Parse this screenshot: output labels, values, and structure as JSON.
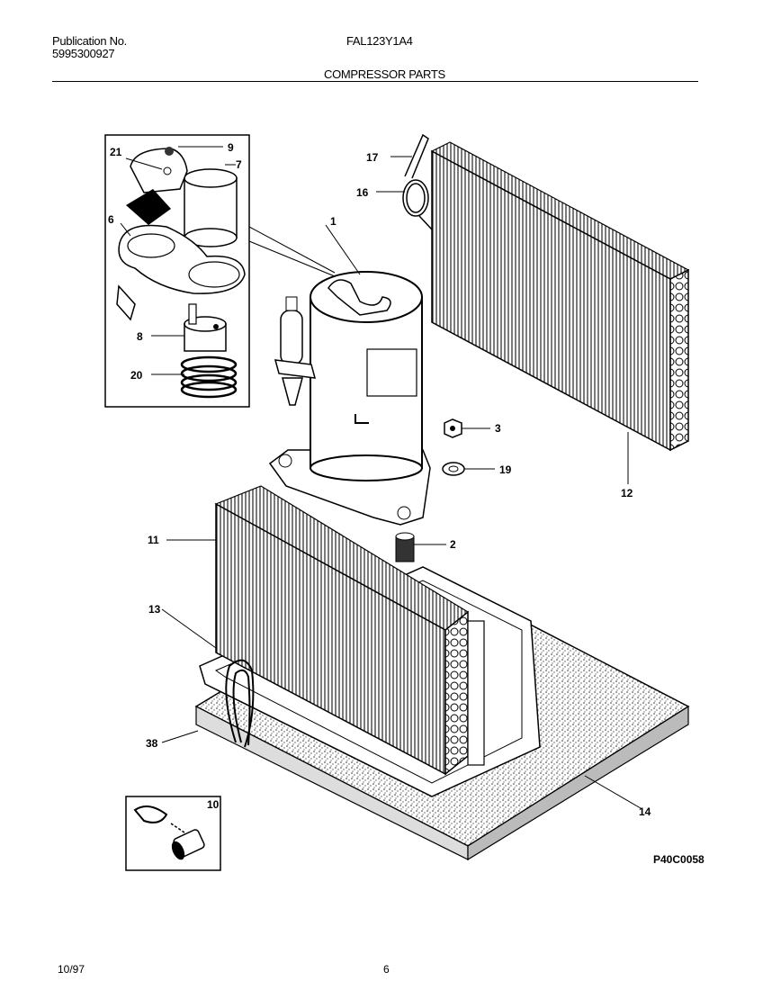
{
  "header": {
    "publication_label": "Publication No.",
    "publication_number": "5995300927",
    "model": "FAL123Y1A4",
    "section_title": "COMPRESSOR PARTS"
  },
  "callouts": {
    "c1": "1",
    "c2": "2",
    "c3": "3",
    "c6": "6",
    "c7": "7",
    "c8": "8",
    "c9": "9",
    "c10": "10",
    "c11": "11",
    "c12": "12",
    "c13": "13",
    "c14": "14",
    "c16": "16",
    "c17": "17",
    "c19": "19",
    "c20": "20",
    "c21": "21",
    "c38": "38"
  },
  "diagram_code": "P40C0058",
  "footer": {
    "date": "10/97",
    "page": "6"
  }
}
